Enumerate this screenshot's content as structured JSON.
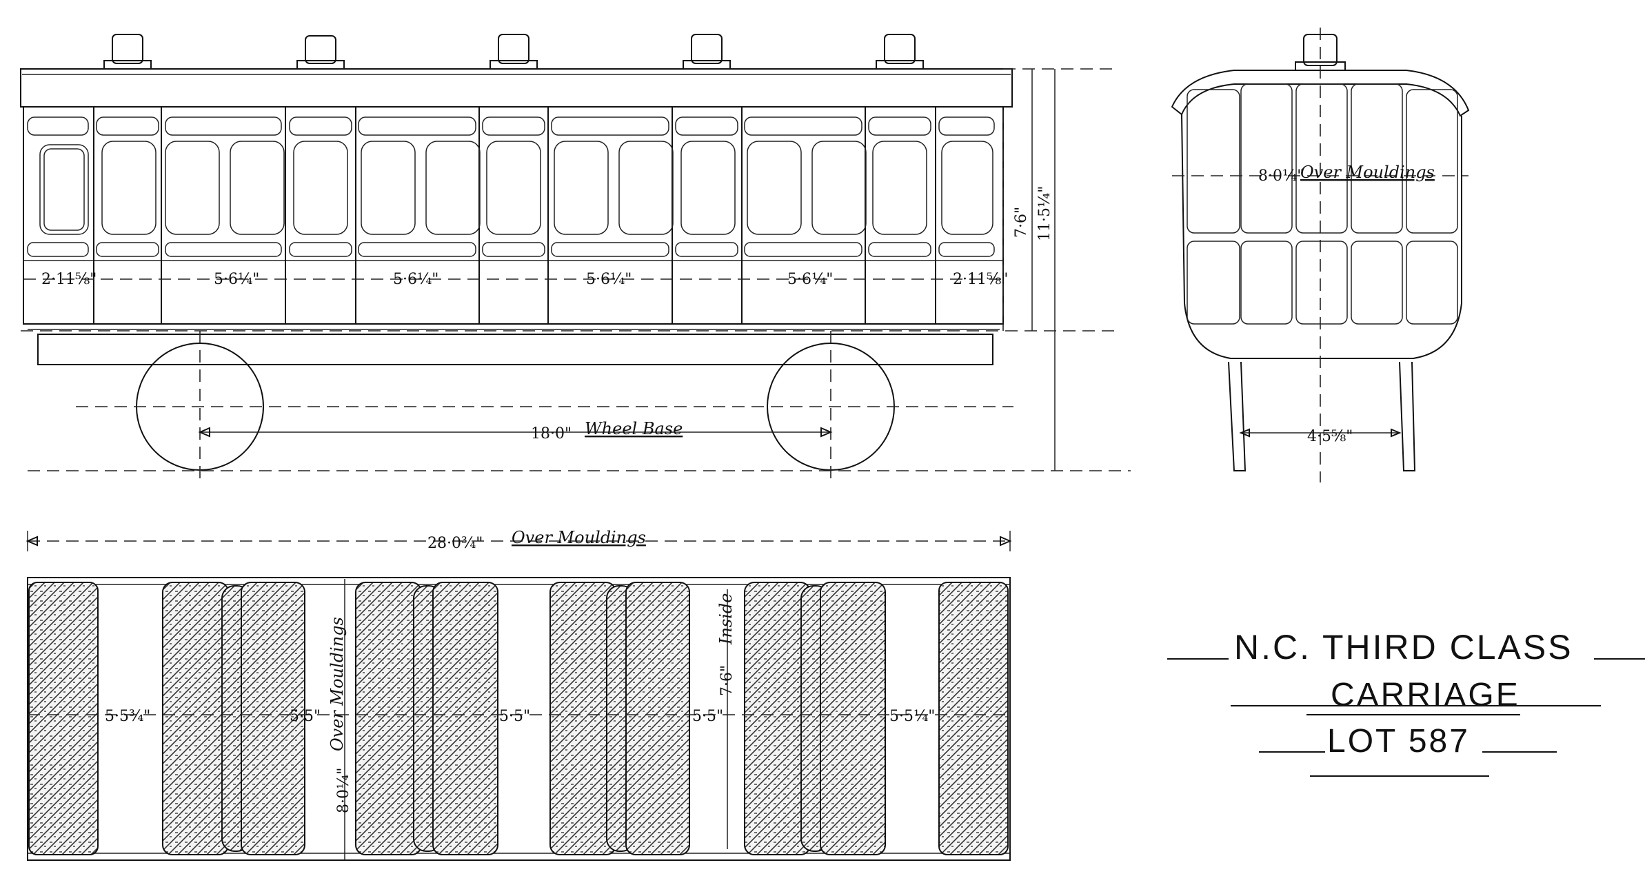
{
  "title": {
    "line1": "N.C. THIRD CLASS",
    "line2": "CARRIAGE",
    "line3": "LOT 587"
  },
  "side_view": {
    "compartment_widths": [
      "2·11⅝\"",
      "5·6¼\"",
      "5·6¼\"",
      "5·6¼\"",
      "5·6¼\"",
      "2·11⅝\""
    ],
    "wheel_base_value": "18·0\"",
    "wheel_base_label": "Wheel Base",
    "height_body": "7·6\"",
    "height_overall": "11·5¼\""
  },
  "end_view": {
    "width_value": "8·0¼\"",
    "width_label": "Over Mouldings",
    "gauge": "4·5⅝\""
  },
  "plan_view": {
    "overall_length_value": "28·0¾\"",
    "overall_length_label": "Over Mouldings",
    "compartment_lengths": [
      "5·5¾\"",
      "5·5\"",
      "5·5\"",
      "5·5\"",
      "5·5¼\""
    ],
    "width_value": "8·0¼\"",
    "width_label": "Over Mouldings",
    "inside_value": "7·6\"",
    "inside_label": "Inside"
  }
}
